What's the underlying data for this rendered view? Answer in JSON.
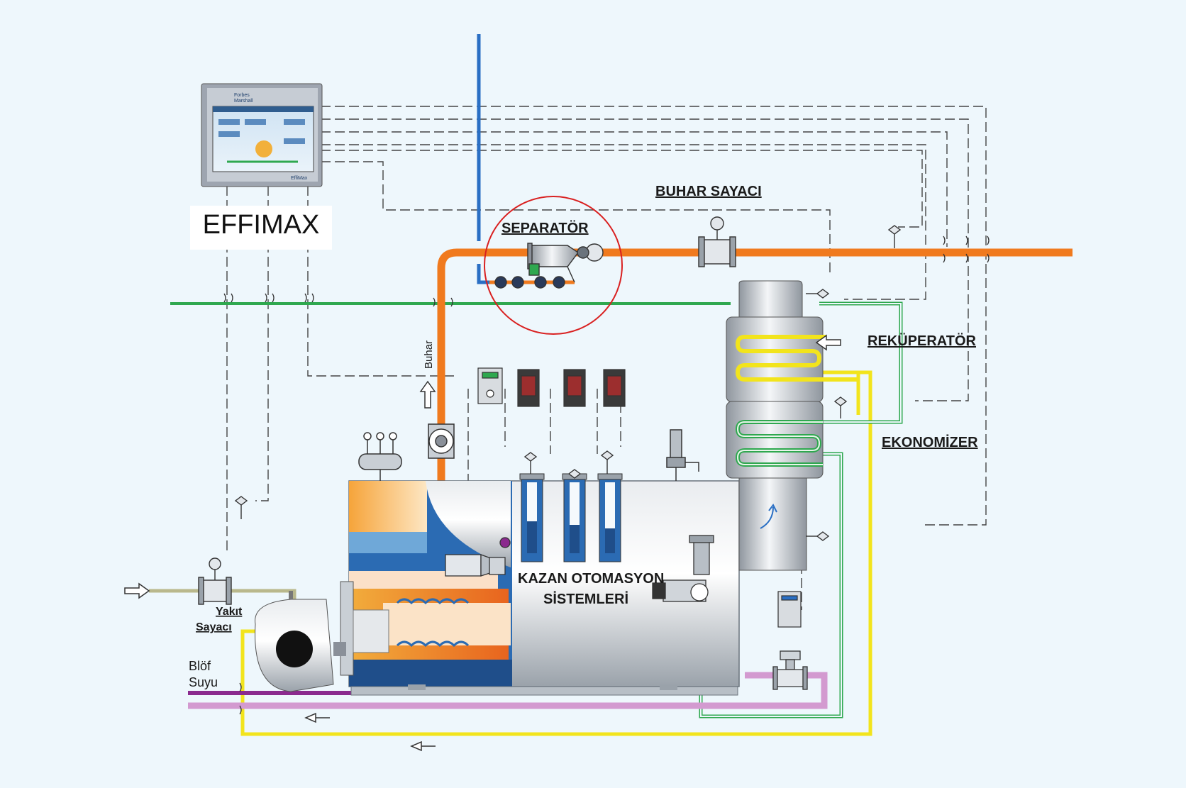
{
  "labels": {
    "effimax": "EFFIMAX",
    "separator": "SEPARATÖR",
    "steam_meter": "BUHAR SAYACI",
    "recuperator": "REKÜPERATÖR",
    "economizer": "EKONOMİZER",
    "automation_line1": "KAZAN OTOMASYON",
    "automation_line2": "SİSTEMLERİ",
    "fuel_meter_line1": "Yakıt",
    "fuel_meter_line2": "Sayacı",
    "blowdown_line1": "Blöf",
    "blowdown_line2": "Suyu",
    "steam": "Buhar"
  },
  "hmi": {
    "brand_line1": "Forbes",
    "brand_line2": "Marshall",
    "product": "EffiMax"
  },
  "colors": {
    "steam_pipe": "#f07a1e",
    "feedwater_pipe": "#2fa84f",
    "cold_water_pipe": "#2a6fc4",
    "hot_pipe": "#f2e41c",
    "blowdown_pipe": "#8b2a8e",
    "drain_pipe": "#d39ad0",
    "fuel_pipe": "#b9b88c",
    "signal_line": "#444444",
    "separator_circle": "#d92020"
  }
}
